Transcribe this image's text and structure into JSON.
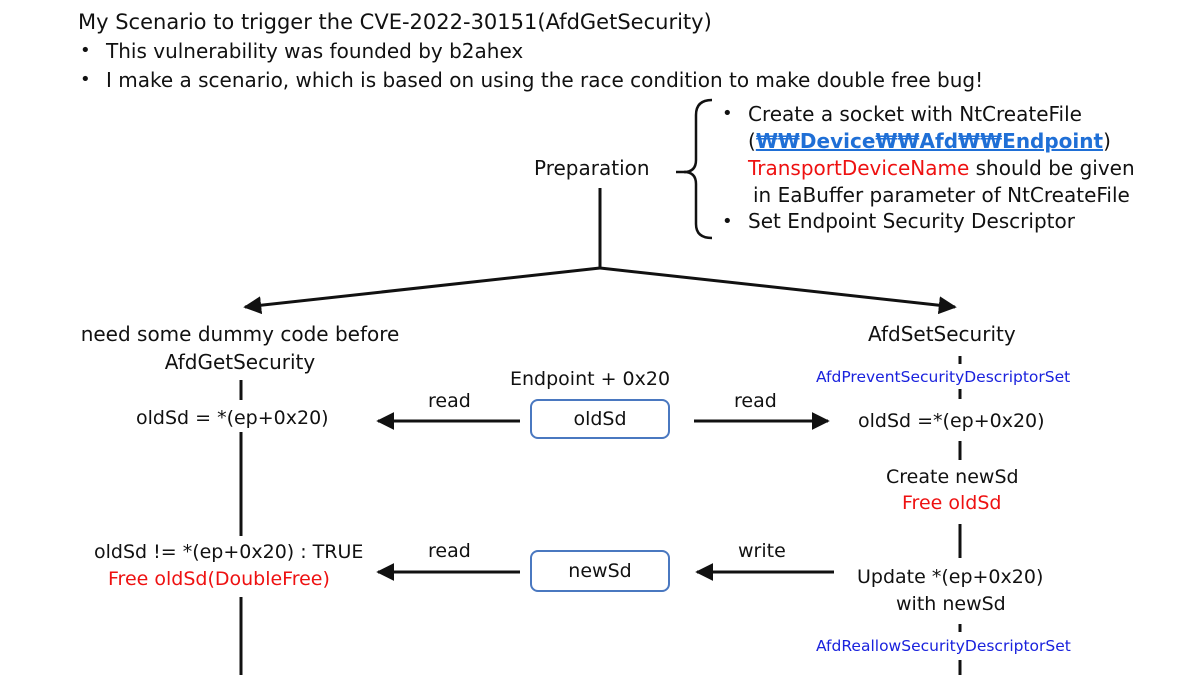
{
  "header": {
    "title": "My Scenario to trigger the CVE-2022-30151(AfdGetSecurity)",
    "bullets": [
      "This vulnerability was founded by b2ahex",
      "I make a scenario, which is based on using the race condition to make double free bug!"
    ]
  },
  "preparation": {
    "label": "Preparation",
    "step1_prefix": "Create a socket with NtCreateFile",
    "step1_path_open": "(",
    "step1_path": "₩₩Device₩₩Afd₩₩Endpoint",
    "step1_path_close": ")",
    "step1_note_highlight": "TransportDeviceName",
    "step1_note_rest": " should be given",
    "step1_note_line2": "in EaBuffer parameter of NtCreateFile",
    "step2": "Set Endpoint Security Descriptor"
  },
  "left_branch": {
    "title_line1": "need some dummy code before",
    "title_line2": "AfdGetSecurity",
    "read_old": "oldSd = *(ep+0x20)",
    "compare": "oldSd != *(ep+0x20) : TRUE",
    "double_free": "Free oldSd(DoubleFree)"
  },
  "middle": {
    "endpoint_label": "Endpoint + 0x20",
    "old_box": "oldSd",
    "new_box": "newSd",
    "read_label": "read",
    "write_label": "write"
  },
  "right_branch": {
    "title": "AfdSetSecurity",
    "prevent": "AfdPreventSecurityDescriptorSet",
    "read_old": "oldSd =*(ep+0x20)",
    "create_new": "Create newSd",
    "free_old": "Free oldSd",
    "update_line1": "Update *(ep+0x20)",
    "update_line2": "with newSd",
    "reallow": "AfdReallowSecurityDescriptorSet"
  },
  "colors": {
    "highlight_red": "#ee1111",
    "label_blue": "#1a22dd",
    "link_blue": "#1f6fd6",
    "box_border": "#4a78c0"
  }
}
